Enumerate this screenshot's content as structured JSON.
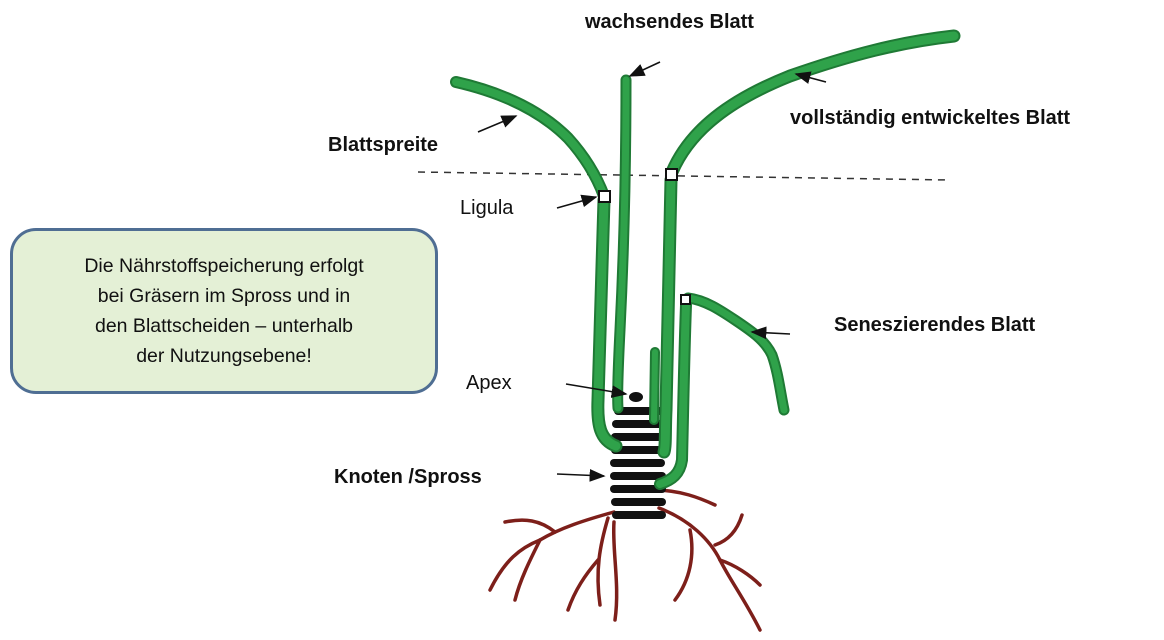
{
  "labels": {
    "growing_leaf": "wachsendes Blatt",
    "full_leaf": "vollständig entwickeltes Blatt",
    "blade": "Blattspreite",
    "ligule": "Ligula",
    "senescent_leaf": "Seneszierendes Blatt",
    "apex": "Apex",
    "nodes": "Knoten /Spross"
  },
  "info_box": {
    "lines": [
      "Die Nährstoffspeicherung erfolgt",
      "bei Gräsern im Spross und in",
      "den Blattscheiden – unterhalb",
      "der Nutzungsebene!"
    ]
  },
  "colors": {
    "leaf": "#2fa24a",
    "leaf_dark": "#1f7a35",
    "root": "#7d1f1a",
    "node": "#111111",
    "box_border": "#4f6e93",
    "box_fill": "#e4f0d6"
  }
}
